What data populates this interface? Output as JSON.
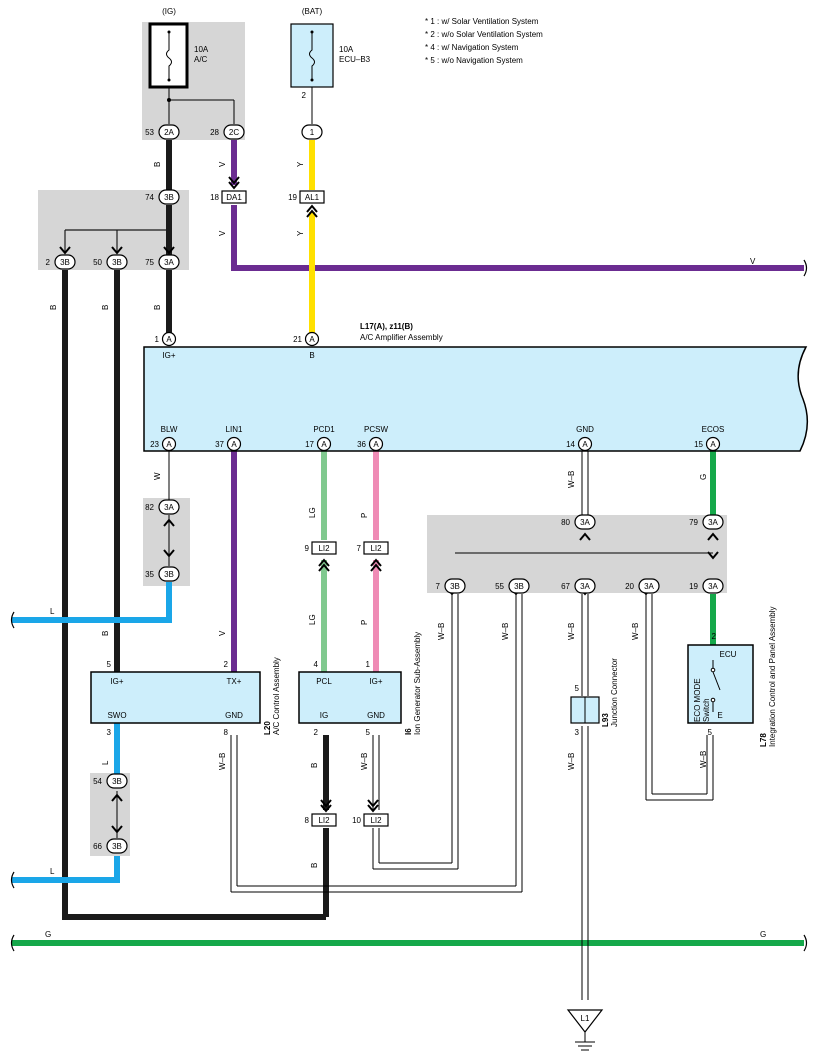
{
  "notes": [
    "* 1 : w/ Solar Ventilation System",
    "* 2 : w/o Solar Ventilation System",
    "* 4 : w/ Navigation System",
    "* 5 : w/o Navigation System"
  ],
  "fuse_ig": {
    "group": "(IG)",
    "amp": "10A",
    "name": "A/C"
  },
  "fuse_bat": {
    "group": "(BAT)",
    "amp": "10A",
    "name": "ECU–B3",
    "pin": "2"
  },
  "amplifier": {
    "code": "L17(A), z11(B)",
    "name": "A/C Amplifier Assembly",
    "pins_top": [
      {
        "num": "1",
        "conn": "A",
        "label": "IG+"
      },
      {
        "num": "21",
        "conn": "A",
        "label": "B"
      }
    ],
    "pins_bottom": [
      {
        "num": "23",
        "conn": "A",
        "label": "BLW"
      },
      {
        "num": "37",
        "conn": "A",
        "label": "LIN1"
      },
      {
        "num": "17",
        "conn": "A",
        "label": "PCD1"
      },
      {
        "num": "36",
        "conn": "A",
        "label": "PCSW"
      },
      {
        "num": "14",
        "conn": "A",
        "label": "GND"
      },
      {
        "num": "15",
        "conn": "A",
        "label": "ECOS"
      }
    ]
  },
  "connectors": [
    {
      "num": "53",
      "code": "2A"
    },
    {
      "num": "28",
      "code": "2C"
    },
    {
      "num": "",
      "code": "1"
    },
    {
      "num": "18",
      "code": "DA1"
    },
    {
      "num": "19",
      "code": "AL1"
    },
    {
      "num": "74",
      "code": "3B"
    },
    {
      "num": "2",
      "code": "3B"
    },
    {
      "num": "50",
      "code": "3B"
    },
    {
      "num": "75",
      "code": "3A"
    },
    {
      "num": "82",
      "code": "3A"
    },
    {
      "num": "35",
      "code": "3B"
    },
    {
      "num": "9",
      "code": "LI2"
    },
    {
      "num": "7",
      "code": "LI2"
    },
    {
      "num": "80",
      "code": "3A"
    },
    {
      "num": "79",
      "code": "3A"
    },
    {
      "num": "7",
      "code": "3B"
    },
    {
      "num": "55",
      "code": "3B"
    },
    {
      "num": "67",
      "code": "3A"
    },
    {
      "num": "20",
      "code": "3A"
    },
    {
      "num": "19",
      "code": "3A"
    },
    {
      "num": "54",
      "code": "3B"
    },
    {
      "num": "66",
      "code": "3B"
    },
    {
      "num": "8",
      "code": "LI2"
    },
    {
      "num": "10",
      "code": "LI2"
    }
  ],
  "wire_colors": {
    "B": "B",
    "V": "V",
    "Y": "Y",
    "W": "W",
    "L": "L",
    "LG": "LG",
    "P": "P",
    "G": "G",
    "WB": "W–B"
  },
  "colors": {
    "black": "#1a1a1a",
    "violet": "#6b2c91",
    "yellow": "#ffe000",
    "blue": "#1aa6e8",
    "lightgreen": "#80c98f",
    "pink": "#ef8bb5",
    "green": "#15a84a",
    "component_fill": "#cdeefb",
    "shade": "#d6d6d6"
  },
  "ac_control": {
    "code": "L20",
    "name": "A/C Control Assembly",
    "pins": [
      {
        "num": "5",
        "label": "IG+"
      },
      {
        "num": "2",
        "label": "TX+"
      },
      {
        "num": "3",
        "label": "SWO"
      },
      {
        "num": "8",
        "label": "GND"
      }
    ]
  },
  "ion_gen": {
    "code": "I6",
    "name": "Ion Generator Sub-Assembly",
    "pins": [
      {
        "num": "4",
        "label": "PCL"
      },
      {
        "num": "1",
        "label": "IG+"
      },
      {
        "num": "2",
        "label": "IG"
      },
      {
        "num": "5",
        "label": "GND"
      }
    ]
  },
  "junction": {
    "code": "L93",
    "name": "Junction Connector",
    "pin_top": "5",
    "pin_bottom": "3"
  },
  "integration": {
    "code": "L78",
    "name": "Integration Control and Panel Assembly",
    "switch_label_1": "ECO MODE",
    "switch_label_2": "Switch",
    "pin_ecu_label": "ECU",
    "pin_e_label": "E",
    "pin_top": "2",
    "pin_bottom": "5"
  },
  "ground": {
    "code": "L1"
  }
}
